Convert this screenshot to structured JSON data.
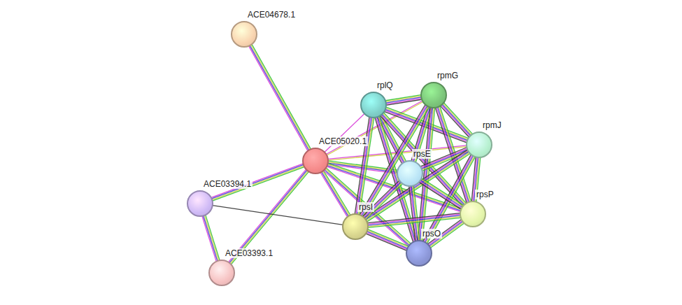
{
  "diagram": {
    "nodes": [
      {
        "text": [
          "ACE04678.1"
        ]
      },
      {
        "text": [
          "rplQ"
        ]
      },
      {
        "text": [
          "rpmG"
        ]
      },
      {
        "text": [
          "rpmJ"
        ]
      },
      {
        "text": [
          "ACE05020.1"
        ]
      },
      {
        "text": [
          "rpsE"
        ]
      },
      {
        "text": [
          "ACE03394.1"
        ]
      },
      {
        "text": [
          "rpsP"
        ]
      },
      {
        "text": [
          "rpsI"
        ]
      },
      {
        "text": [
          "rpsO"
        ]
      },
      {
        "text": [
          "ACE03393.1"
        ]
      }
    ],
    "edges": [
      {
        "from": 0,
        "to": 4,
        "arrow": "none"
      },
      {
        "from": 4,
        "to": 6,
        "arrow": "none"
      },
      {
        "from": 4,
        "to": 10,
        "arrow": "none"
      },
      {
        "from": 6,
        "to": 10,
        "arrow": "none"
      },
      {
        "from": 6,
        "to": 8,
        "arrow": "none"
      },
      {
        "from": 4,
        "to": 1,
        "arrow": "none"
      },
      {
        "from": 4,
        "to": 2,
        "arrow": "none"
      },
      {
        "from": 4,
        "to": 3,
        "arrow": "none"
      },
      {
        "from": 4,
        "to": 5,
        "arrow": "none"
      },
      {
        "from": 4,
        "to": 7,
        "arrow": "none"
      },
      {
        "from": 4,
        "to": 8,
        "arrow": "none"
      },
      {
        "from": 4,
        "to": 9,
        "arrow": "none"
      },
      {
        "from": 1,
        "to": 2,
        "arrow": "none"
      },
      {
        "from": 1,
        "to": 3,
        "arrow": "none"
      },
      {
        "from": 1,
        "to": 5,
        "arrow": "none"
      },
      {
        "from": 1,
        "to": 7,
        "arrow": "none"
      },
      {
        "from": 1,
        "to": 8,
        "arrow": "none"
      },
      {
        "from": 1,
        "to": 9,
        "arrow": "none"
      },
      {
        "from": 2,
        "to": 3,
        "arrow": "none"
      },
      {
        "from": 2,
        "to": 5,
        "arrow": "none"
      },
      {
        "from": 2,
        "to": 7,
        "arrow": "none"
      },
      {
        "from": 2,
        "to": 8,
        "arrow": "none"
      },
      {
        "from": 2,
        "to": 9,
        "arrow": "none"
      },
      {
        "from": 3,
        "to": 5,
        "arrow": "none"
      },
      {
        "from": 3,
        "to": 7,
        "arrow": "none"
      },
      {
        "from": 3,
        "to": 8,
        "arrow": "none"
      },
      {
        "from": 3,
        "to": 9,
        "arrow": "none"
      },
      {
        "from": 5,
        "to": 7,
        "arrow": "none"
      },
      {
        "from": 5,
        "to": 8,
        "arrow": "none"
      },
      {
        "from": 5,
        "to": 9,
        "arrow": "none"
      },
      {
        "from": 7,
        "to": 8,
        "arrow": "none"
      },
      {
        "from": 7,
        "to": 9,
        "arrow": "none"
      },
      {
        "from": 8,
        "to": 9,
        "arrow": "none"
      }
    ]
  }
}
